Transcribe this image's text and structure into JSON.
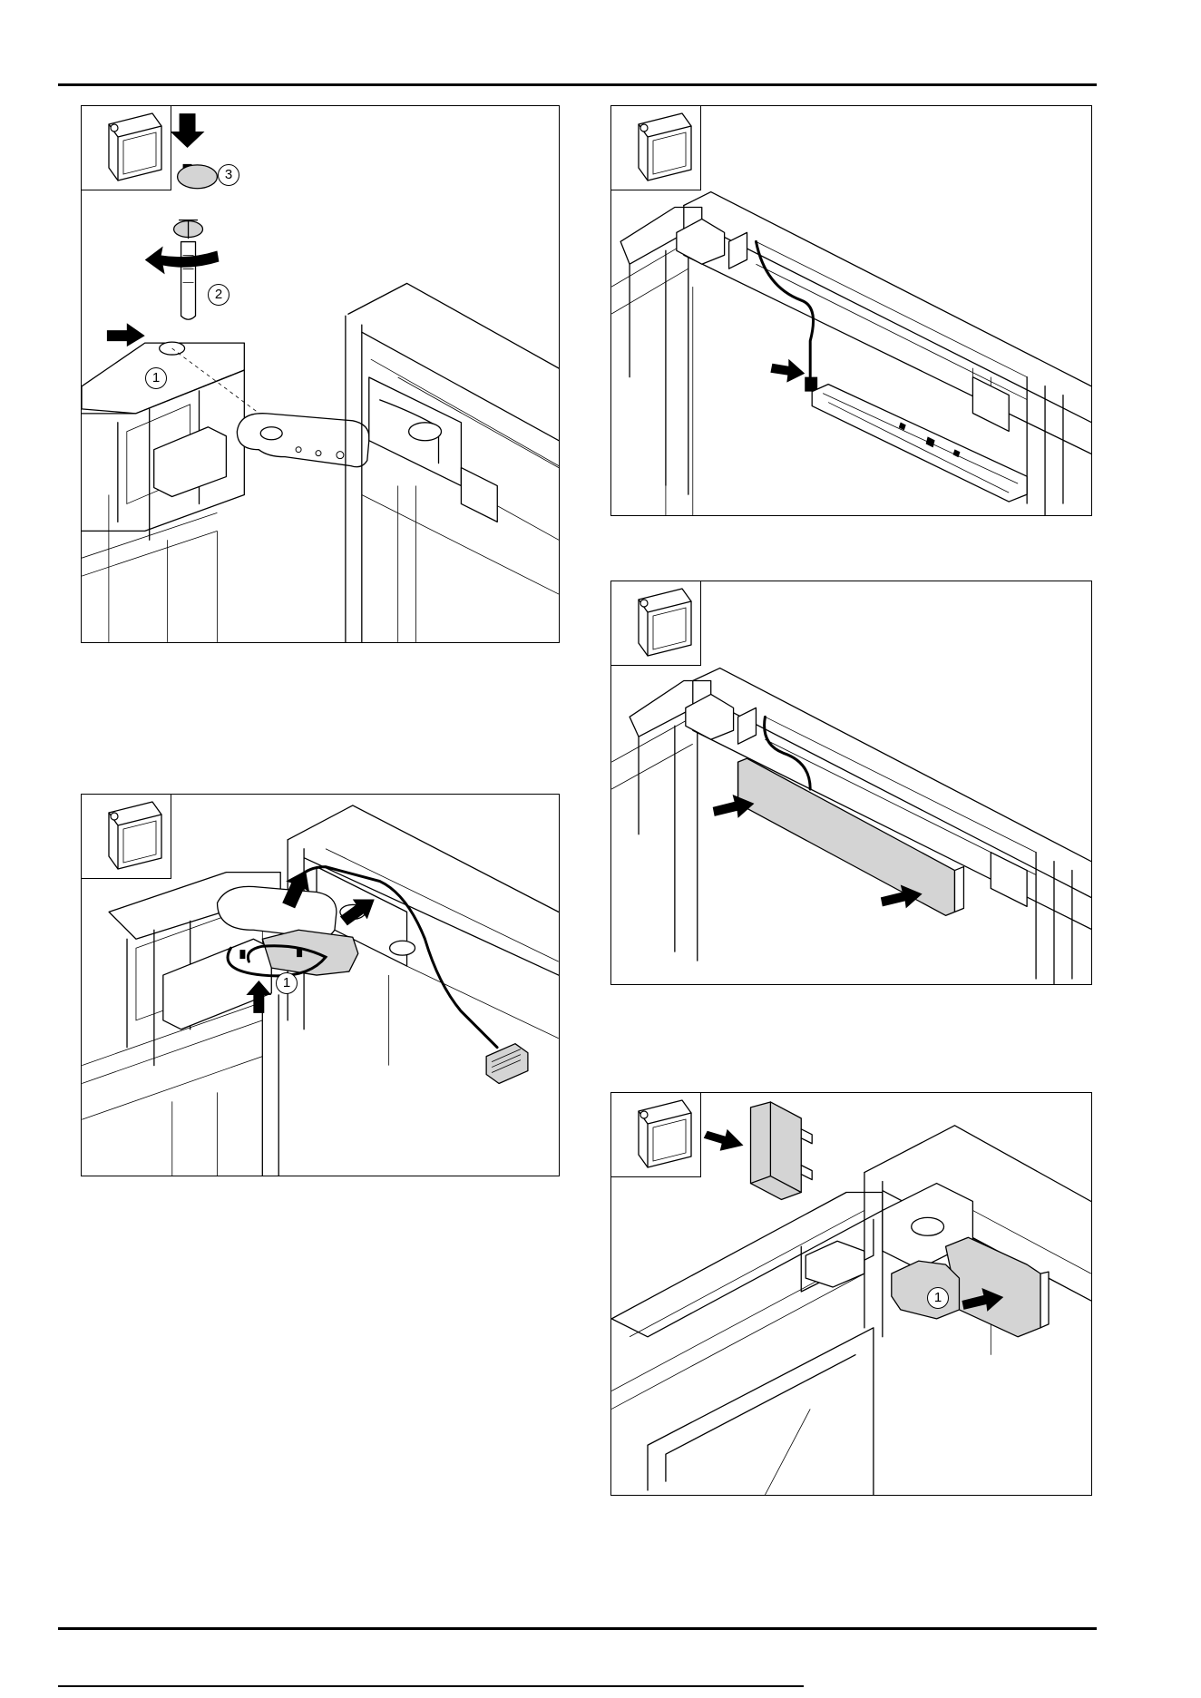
{
  "figures": [
    {
      "id": "fig-hinge-screw",
      "callouts": [
        "1",
        "2",
        "3"
      ]
    },
    {
      "id": "fig-hinge-cable",
      "callouts": [
        "1"
      ]
    },
    {
      "id": "fig-cable-plug",
      "callouts": []
    },
    {
      "id": "fig-cover-slide",
      "callouts": []
    },
    {
      "id": "fig-cap-fit",
      "callouts": [
        "1"
      ]
    }
  ],
  "icons": {
    "inset": "appliance-cabinet-corner-icon",
    "arrow": "push-arrow-icon",
    "rotate": "rotate-arrow-icon"
  },
  "colors": {
    "line": "#000000",
    "fill": "#ffffff",
    "shade": "#d4d4d4"
  }
}
